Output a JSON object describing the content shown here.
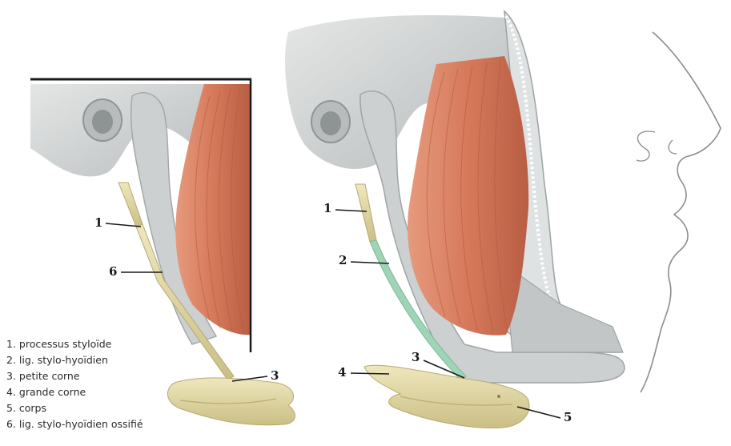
{
  "callouts": {
    "left": {
      "n1": "1",
      "n6": "6",
      "n3": "3"
    },
    "right": {
      "n1": "1",
      "n2": "2",
      "n3": "3",
      "n4": "4",
      "n5": "5"
    }
  },
  "legend": [
    "1. processus styloïde",
    "2. lig. stylo-hyoïdien",
    "3. petite corne",
    "4. grande corne",
    "5. corps",
    "6. lig. stylo-hyoïdien ossifié"
  ],
  "colors": {
    "bone": "#e6ddb0",
    "bone_shadow": "#c9bd86",
    "muscle": "#d98063",
    "muscle_dark": "#b85e43",
    "ligament": "#9fd4b6",
    "skull_gray": "#c9cccc",
    "skin_outline": "#8c8c8c"
  }
}
